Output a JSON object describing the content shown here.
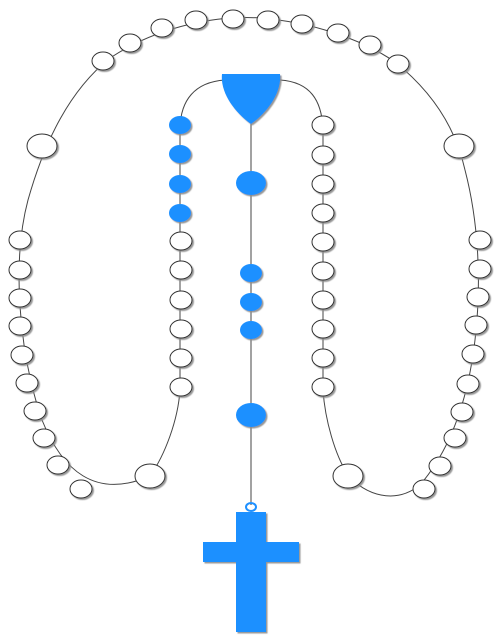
{
  "diagram": {
    "subject": "rosary",
    "colors": {
      "accent": "#1e90ff",
      "bead_fill": "#ffffff",
      "string": "#444444",
      "outline": "#333333",
      "shadow": "#9a9a9a"
    },
    "loop_bead_count": 59,
    "highlighted_bead_count": 9,
    "pendant": {
      "centerpiece_icon": "heart-shaped-centerpiece",
      "crucifix_icon": "cross-icon"
    }
  }
}
